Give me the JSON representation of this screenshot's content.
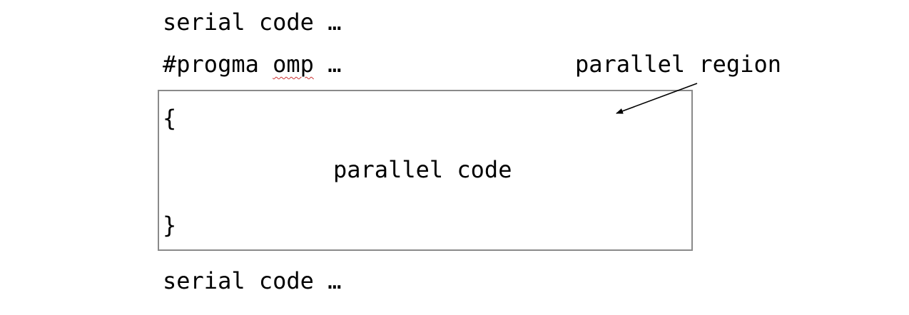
{
  "code": {
    "serial_before": "serial code …",
    "pragma_prefix": "#progma ",
    "pragma_keyword": "omp",
    "pragma_suffix": " …",
    "brace_open": "{",
    "parallel_code": "parallel code",
    "brace_close": "}",
    "serial_after": "serial code …"
  },
  "annotation": {
    "label": "parallel region"
  },
  "colors": {
    "box_border": "#8a8a8a",
    "spellcheck_underline": "#cc3333",
    "text": "#000000"
  }
}
